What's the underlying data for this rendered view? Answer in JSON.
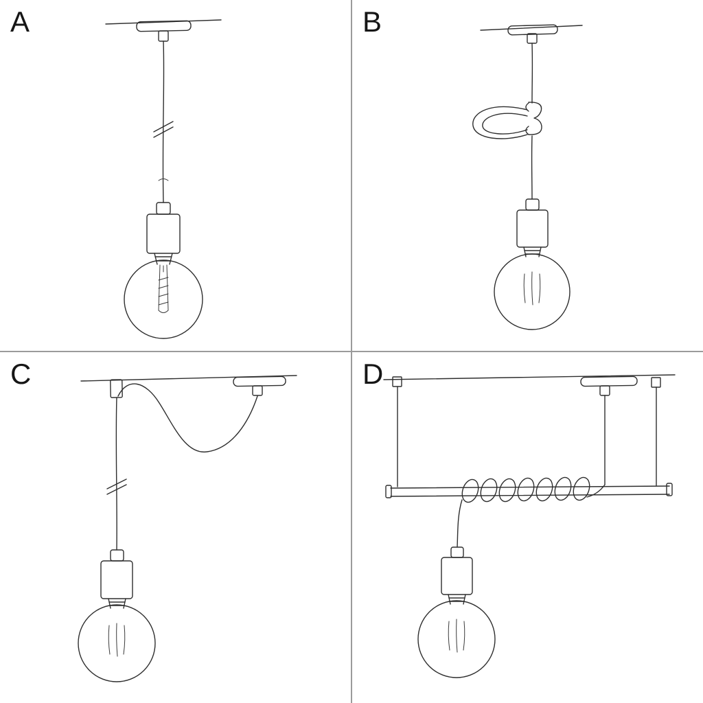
{
  "page": {
    "background_color": "#ffffff",
    "divider_color": "#9b9b9b",
    "ink_color": "#2e2e2e"
  },
  "panels": [
    {
      "label": "A",
      "illustration": "pendant-lamp-straight-cable-drawing"
    },
    {
      "label": "B",
      "illustration": "pendant-lamp-cable-loop-clip-drawing"
    },
    {
      "label": "C",
      "illustration": "pendant-lamp-swag-hook-drawing"
    },
    {
      "label": "D",
      "illustration": "pendant-lamp-coiled-on-bar-drawing"
    }
  ]
}
